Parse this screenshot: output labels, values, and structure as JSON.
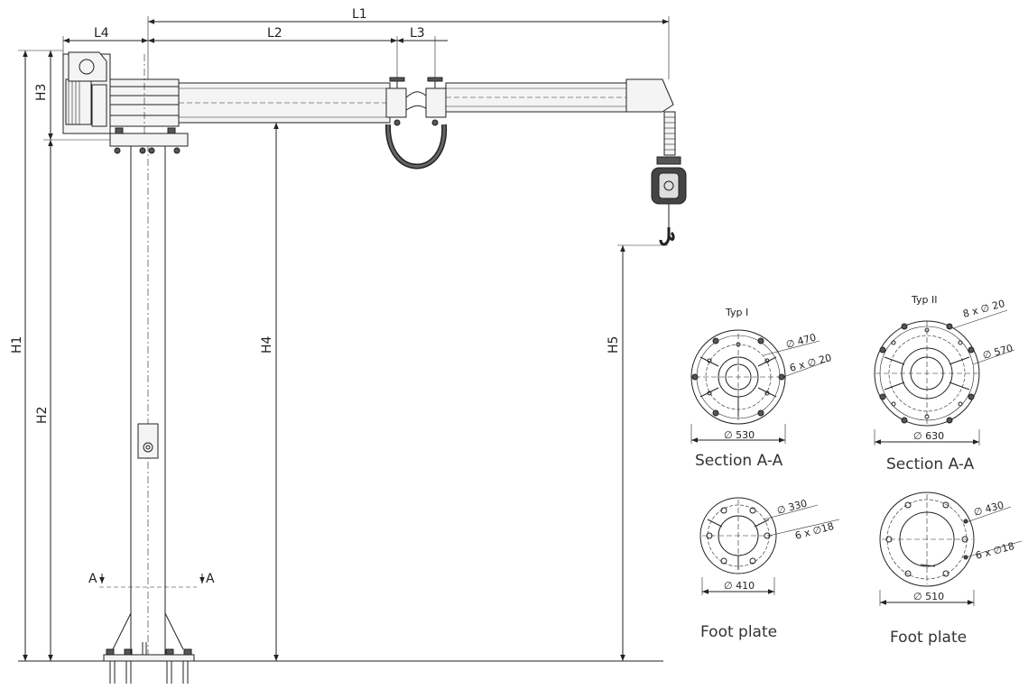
{
  "dimensions": {
    "L1": "L1",
    "L2": "L2",
    "L3": "L3",
    "L4": "L4",
    "H1": "H1",
    "H2": "H2",
    "H3": "H3",
    "H4": "H4",
    "H5": "H5",
    "section_left": "A",
    "section_right": "A"
  },
  "details": [
    {
      "type_label": "Typ I",
      "section_caption": "Section A-A",
      "section_outer_dia": "∅ 530",
      "section_bolt_circle": "∅ 470",
      "section_holes": "6 x  ∅ 20",
      "foot_caption": "Foot plate",
      "foot_outer_dia": "∅ 410",
      "foot_bolt_circle": "∅ 330",
      "foot_holes": "6 x ∅18"
    },
    {
      "type_label": "Typ II",
      "section_caption": "Section A-A",
      "section_outer_dia": "∅ 630",
      "section_bolt_circle": "∅ 570",
      "section_holes": "8 x ∅ 20",
      "foot_caption": "Foot plate",
      "foot_outer_dia": "∅ 510",
      "foot_bolt_circle": "∅ 430",
      "foot_holes": "6 x ∅18"
    }
  ]
}
